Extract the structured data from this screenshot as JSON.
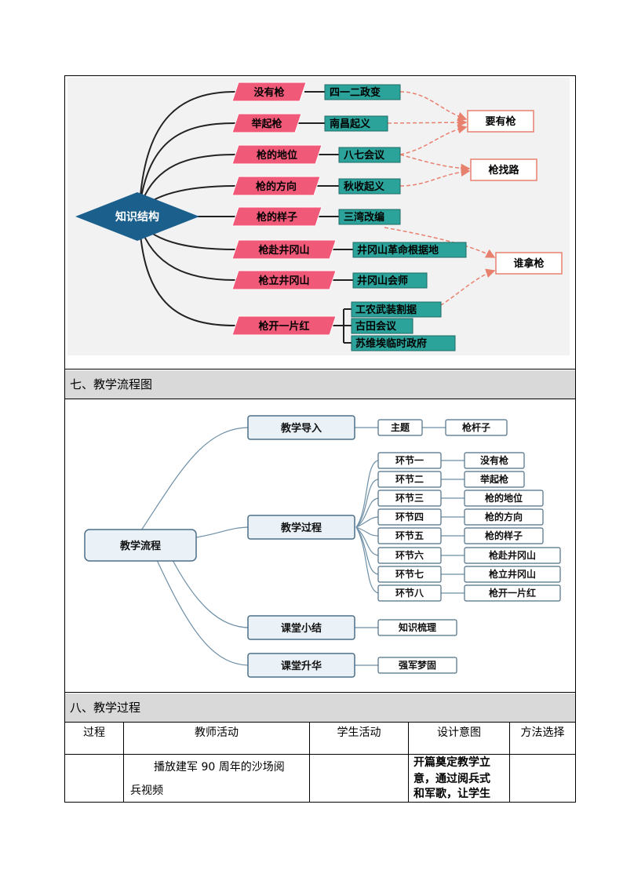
{
  "knowledge_map": {
    "center": "知识结构",
    "branches": [
      {
        "topic": "没有枪",
        "event": "四一二政变"
      },
      {
        "topic": "举起枪",
        "event": "南昌起义"
      },
      {
        "topic": "枪的地位",
        "event": "八七会议"
      },
      {
        "topic": "枪的方向",
        "event": "秋收起义"
      },
      {
        "topic": "枪的样子",
        "event": "三湾改编"
      },
      {
        "topic": "枪赴井冈山",
        "event": "井冈山革命根据地"
      },
      {
        "topic": "枪立井冈山",
        "event": "井冈山会师"
      },
      {
        "topic": "枪开一片红",
        "events": [
          "工农武装割据",
          "古田会议",
          "苏维埃临时政府"
        ]
      }
    ],
    "conclusions": [
      "要有枪",
      "枪找路",
      "谁拿枪"
    ]
  },
  "section7": {
    "title": "七、教学流程图"
  },
  "flow": {
    "root": "教学流程",
    "intro": {
      "label": "教学导入",
      "children": [
        "主题",
        "枪杆子"
      ]
    },
    "process": {
      "label": "教学过程",
      "steps": [
        {
          "step": "环节一",
          "content": "没有枪"
        },
        {
          "step": "环节二",
          "content": "举起枪"
        },
        {
          "step": "环节三",
          "content": "枪的地位"
        },
        {
          "step": "环节四",
          "content": "枪的方向"
        },
        {
          "step": "环节五",
          "content": "枪的样子"
        },
        {
          "step": "环节六",
          "content": "枪赴井冈山"
        },
        {
          "step": "环节七",
          "content": "枪立井冈山"
        },
        {
          "step": "环节八",
          "content": "枪开一片红"
        }
      ]
    },
    "summary": {
      "label": "课堂小结",
      "child": "知识梳理"
    },
    "sublimation": {
      "label": "课堂升华",
      "child": "强军梦固"
    }
  },
  "section8": {
    "title": "八、教学过程",
    "headers": [
      "过程",
      "教师活动",
      "学生活动",
      "设计意图",
      "方法选择"
    ],
    "row1": {
      "teacher_line1": "播放建军 90 周年的沙场阅",
      "teacher_line2": "兵视频",
      "intent_lines": [
        "开篇奠定教学立",
        "意，通过阅兵式",
        "和军歌，让学生"
      ]
    }
  },
  "colors": {
    "topic_fill": "#f05a78",
    "event_fill": "#2ba39b",
    "center_fill": "#1b5f8c",
    "arrow": "#e8806e",
    "flow_border": "#5f7f96"
  }
}
